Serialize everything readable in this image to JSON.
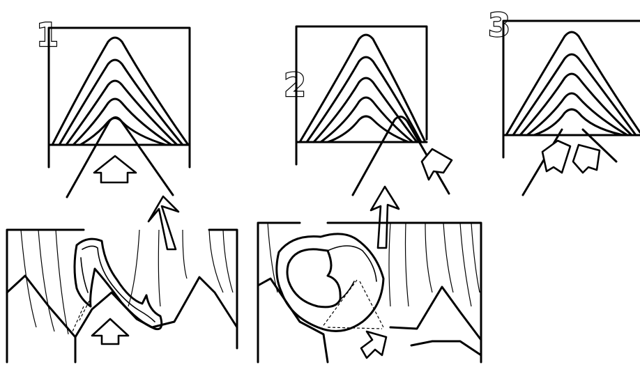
{
  "diagram": {
    "step_labels": [
      "1",
      "2",
      "3"
    ]
  },
  "colors": {
    "ink": "#000000",
    "paper": "#ffffff"
  }
}
